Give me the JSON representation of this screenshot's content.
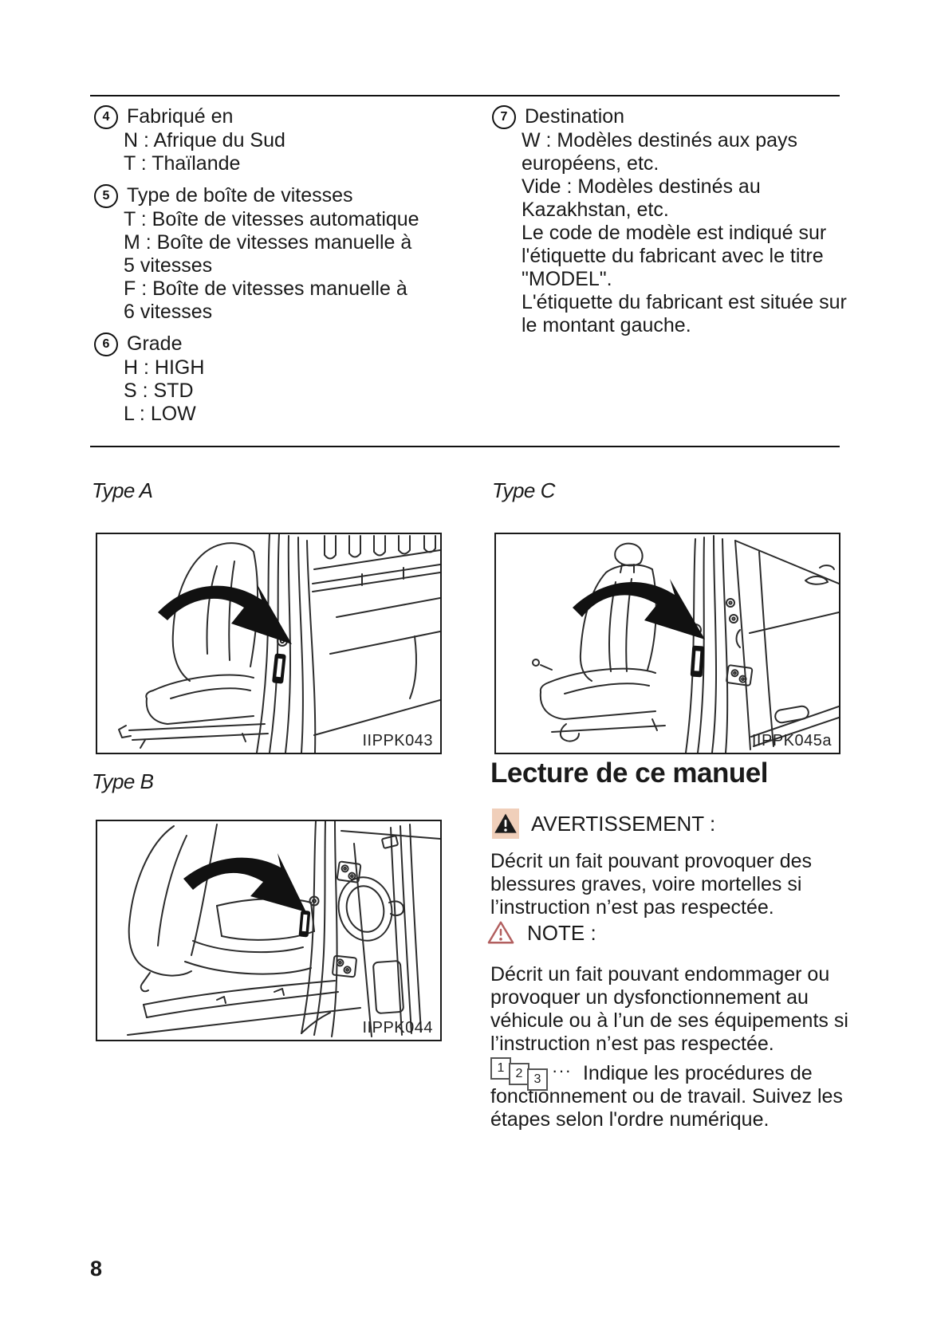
{
  "page": {
    "number": "8"
  },
  "legend": {
    "items": [
      {
        "num": "4",
        "title": "Fabriqué en",
        "lines": [
          "N : Afrique du Sud",
          "T : Thaïlande"
        ]
      },
      {
        "num": "5",
        "title": "Type de boîte de vitesses",
        "lines": [
          "T : Boîte de vitesses automatique",
          "M : Boîte de vitesses manuelle à",
          "5 vitesses",
          "F : Boîte de vitesses manuelle à",
          "6 vitesses"
        ]
      },
      {
        "num": "6",
        "title": "Grade",
        "lines": [
          "H : HIGH",
          "S : STD",
          "L : LOW"
        ]
      },
      {
        "num": "7",
        "title": "Destination",
        "lines": [
          "W : Modèles destinés aux pays",
          "européens, etc.",
          "Vide  : Modèles destinés au",
          "Kazakhstan, etc.",
          "Le code de modèle est indiqué sur",
          "l'étiquette du fabricant avec le titre",
          "\"MODEL\".",
          "L'étiquette du fabricant est située sur",
          "le montant gauche."
        ]
      }
    ]
  },
  "figures": [
    {
      "label": "Type A",
      "code": "IIPPK043"
    },
    {
      "label": "Type B",
      "code": "IIPPK044"
    },
    {
      "label": "Type C",
      "code": "IIPPK045a"
    }
  ],
  "section": {
    "title": "Lecture de ce manuel",
    "warning": {
      "label": "AVERTISSEMENT :",
      "lines": [
        "Décrit un fait pouvant provoquer des",
        "blessures graves, voire mortelles si",
        "l’instruction n’est pas respectée."
      ]
    },
    "note": {
      "label": "NOTE :",
      "lines": [
        "Décrit un fait pouvant endommager ou",
        "provoquer un dysfonctionnement au",
        "véhicule ou à l’un de ses équipements si",
        "l’instruction n’est pas respectée."
      ]
    },
    "steps": {
      "boxes": [
        "1",
        "2",
        "3"
      ],
      "ellipsis": "···",
      "line1": "Indique les procédures de",
      "lines": [
        "fonctionnement ou de travail. Suivez les",
        "étapes selon l'ordre numérique."
      ]
    }
  },
  "colors": {
    "warning_bg": "#f0cfba",
    "note_accent": "#b25f5f",
    "ink": "#1a1a1a"
  }
}
